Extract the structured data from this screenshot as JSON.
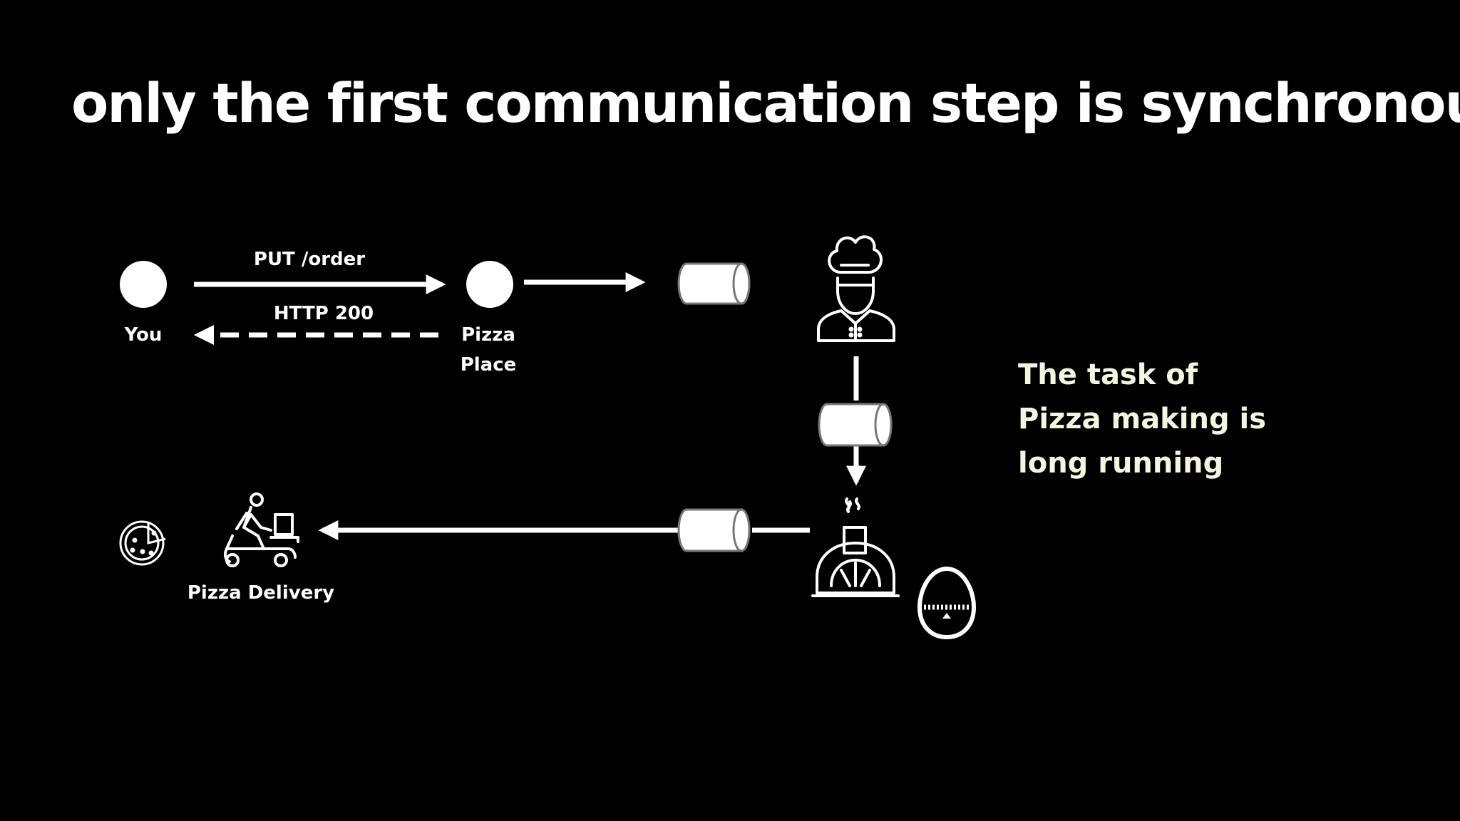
{
  "title": "only the first communication step is synchronous",
  "nodes": {
    "you": "You",
    "pizza_place": [
      "Pizza",
      "Place"
    ],
    "pizza_delivery": "Pizza Delivery"
  },
  "arrows": {
    "request": "PUT /order",
    "response": "HTTP 200"
  },
  "note": [
    "The task of",
    "Pizza making is",
    "long running"
  ],
  "icons": {
    "queues": [
      "queue-icon",
      "queue-icon",
      "queue-icon"
    ],
    "chef": "chef-icon",
    "oven": "pizza-oven-icon",
    "timer": "egg-timer-icon",
    "scooter": "delivery-scooter-icon",
    "pizza": "pizza-icon"
  },
  "colors": {
    "background": "#000000",
    "foreground": "#ffffff",
    "note": "#f6f6dc"
  }
}
